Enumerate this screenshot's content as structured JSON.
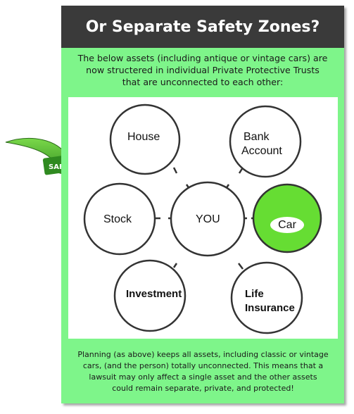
{
  "header": {
    "title": "Or Separate Safety Zones?"
  },
  "intro": {
    "lines": [
      "The below assets (including antique or vintage cars) are",
      "now structered in individual Private Protective Trusts",
      "that are unconnected to each other:"
    ]
  },
  "diagram": {
    "center": "YOU",
    "nodes": [
      {
        "label": "House"
      },
      {
        "label_line1": "Bank",
        "label_line2": "Account"
      },
      {
        "label": "Stock"
      },
      {
        "label": "Car"
      },
      {
        "label": "Investment"
      },
      {
        "label_line1": "Life",
        "label_line2": "Insurance"
      }
    ],
    "highlight_color": "#66dd33"
  },
  "arrow": {
    "label": "SAFE",
    "color": "#3a9a2a"
  },
  "footer": {
    "lines": [
      "Planning (as above) keeps all assets, including classic or vintage",
      "cars, (and the person) totally unconnected.  This means that a",
      "lawsuit may only affect a single asset and the other assets",
      "could remain separate, private, and protected!"
    ]
  },
  "colors": {
    "panel": "#7ef58a",
    "header": "#3a3a3a"
  }
}
